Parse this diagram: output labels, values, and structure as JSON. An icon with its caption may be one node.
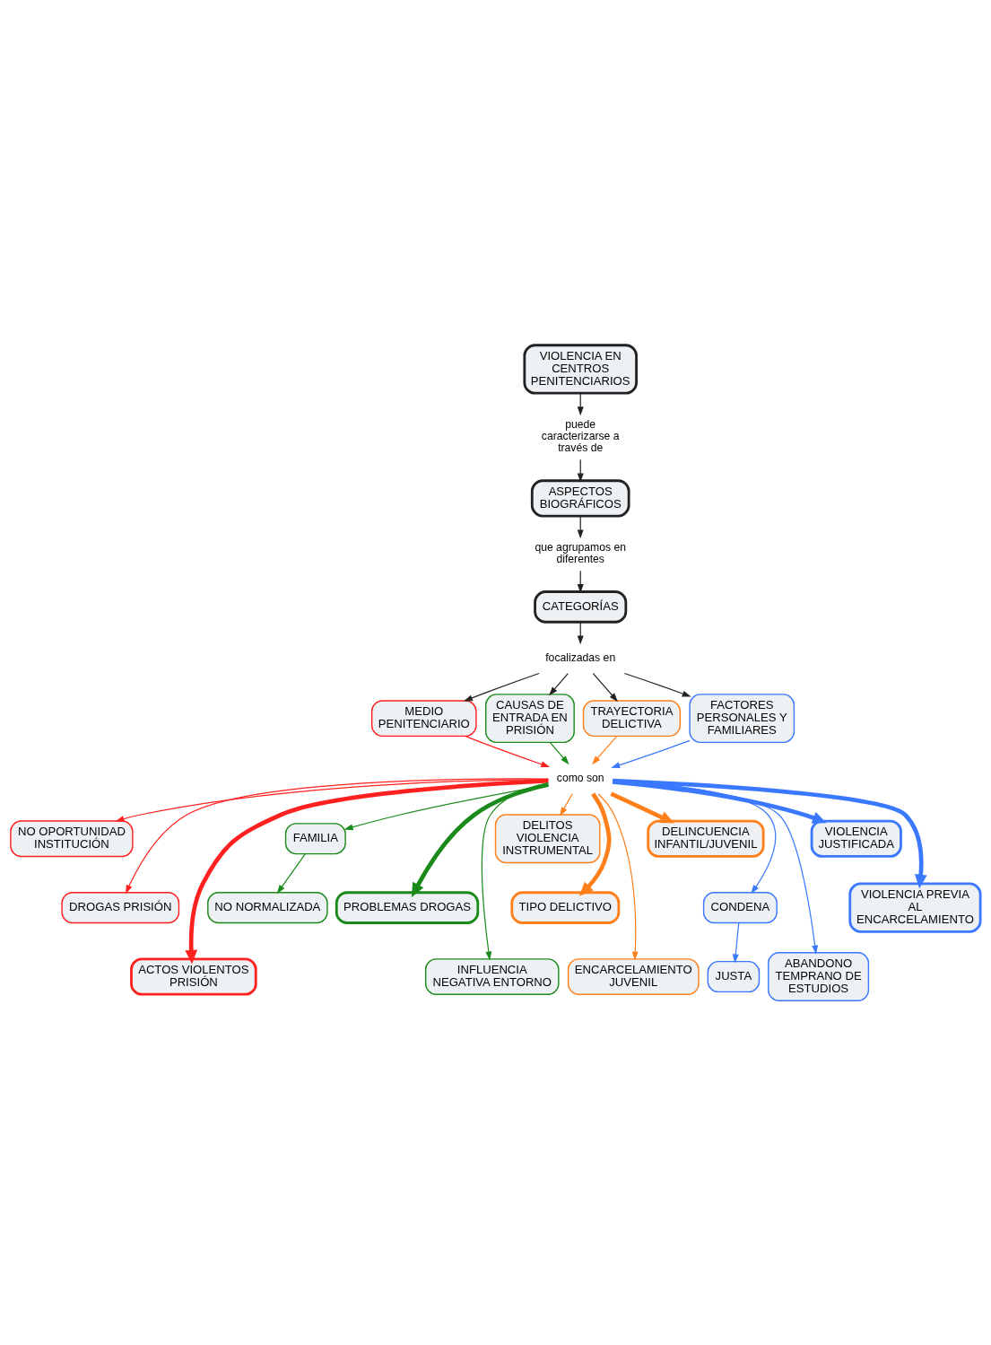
{
  "diagram": {
    "nodes": [
      {
        "text": [
          "VIOLENCIA EN CENTROS PENITENCIARIOS"
        ]
      },
      {
        "text": [
          "puede caracterizarse a través de"
        ]
      },
      {
        "text": [
          "ASPECTOS BIOGRÁFICOS"
        ]
      },
      {
        "text": [
          "que agrupamos en diferentes"
        ]
      },
      {
        "text": [
          "CATEGORÍAS"
        ]
      },
      {
        "text": [
          "focalizadas en"
        ]
      },
      {
        "text": [
          "MEDIO PENITENCIARIO"
        ]
      },
      {
        "text": [
          "CAUSAS DE ENTRADA EN PRISIÓN"
        ]
      },
      {
        "text": [
          "TRAYECTORIA DELICTIVA"
        ]
      },
      {
        "text": [
          "FACTORES PERSONALES Y FAMILIARES"
        ]
      },
      {
        "text": [
          "como son"
        ]
      },
      {
        "text": [
          "NO OPORTUNIDAD INSTITUCIÓN"
        ]
      },
      {
        "text": [
          "DROGAS PRISIÓN"
        ]
      },
      {
        "text": [
          "ACTOS VIOLENTOS PRISIÓN"
        ]
      },
      {
        "text": [
          "FAMILIA"
        ]
      },
      {
        "text": [
          "NO NORMALIZADA"
        ]
      },
      {
        "text": [
          "PROBLEMAS DROGAS"
        ]
      },
      {
        "text": [
          "INFLUENCIA NEGATIVA ENTORNO"
        ]
      },
      {
        "text": [
          "DELITOS VIOLENCIA INSTRUMENTAL"
        ]
      },
      {
        "text": [
          "TIPO DELICTIVO"
        ]
      },
      {
        "text": [
          "ENCARCELAMIENTO JUVENIL"
        ]
      },
      {
        "text": [
          "DELINCUENCIA INFANTIL/JUVENIL"
        ]
      },
      {
        "text": [
          "CONDENA"
        ]
      },
      {
        "text": [
          "JUSTA"
        ]
      },
      {
        "text": [
          "ABANDONO TEMPRANO DE ESTUDIOS"
        ]
      },
      {
        "text": [
          "VIOLENCIA JUSTIFICADA"
        ]
      },
      {
        "text": [
          "VIOLENCIA PREVIA AL ENCARCELAMIENTO"
        ]
      }
    ],
    "edges": [
      {
        "from": 0,
        "to": 1,
        "arrow": "to"
      },
      {
        "from": 1,
        "to": 2,
        "arrow": "to"
      },
      {
        "from": 2,
        "to": 3,
        "arrow": "to"
      },
      {
        "from": 3,
        "to": 4,
        "arrow": "to"
      },
      {
        "from": 4,
        "to": 5,
        "arrow": "to"
      },
      {
        "from": 5,
        "to": 6,
        "arrow": "to"
      },
      {
        "from": 5,
        "to": 7,
        "arrow": "to"
      },
      {
        "from": 5,
        "to": 8,
        "arrow": "to"
      },
      {
        "from": 5,
        "to": 9,
        "arrow": "to"
      },
      {
        "from": 6,
        "to": 10,
        "arrow": "to",
        "color": "#ff2020"
      },
      {
        "from": 7,
        "to": 10,
        "arrow": "to",
        "color": "#1a8a1a"
      },
      {
        "from": 8,
        "to": 10,
        "arrow": "to",
        "color": "#ff7f1a"
      },
      {
        "from": 9,
        "to": 10,
        "arrow": "to",
        "color": "#3a78ff"
      },
      {
        "from": 10,
        "to": 11,
        "arrow": "to",
        "color": "#ff2020"
      },
      {
        "from": 10,
        "to": 12,
        "arrow": "to",
        "color": "#ff2020"
      },
      {
        "from": 10,
        "to": 13,
        "arrow": "to",
        "style": "thick",
        "color": "#ff2020"
      },
      {
        "from": 10,
        "to": 14,
        "arrow": "to",
        "color": "#1a8a1a"
      },
      {
        "from": 14,
        "to": 15,
        "arrow": "to",
        "color": "#1a8a1a"
      },
      {
        "from": 10,
        "to": 16,
        "arrow": "to",
        "style": "thick",
        "color": "#1a8a1a"
      },
      {
        "from": 10,
        "to": 17,
        "arrow": "to",
        "color": "#1a8a1a"
      },
      {
        "from": 10,
        "to": 18,
        "arrow": "to",
        "color": "#ff7f1a"
      },
      {
        "from": 10,
        "to": 19,
        "arrow": "to",
        "style": "thick",
        "color": "#ff7f1a"
      },
      {
        "from": 10,
        "to": 20,
        "arrow": "to",
        "color": "#ff7f1a"
      },
      {
        "from": 10,
        "to": 21,
        "arrow": "to",
        "style": "thick",
        "color": "#ff7f1a"
      },
      {
        "from": 10,
        "to": 22,
        "arrow": "to",
        "color": "#3a78ff"
      },
      {
        "from": 22,
        "to": 23,
        "arrow": "to",
        "color": "#3a78ff"
      },
      {
        "from": 10,
        "to": 24,
        "arrow": "to",
        "color": "#3a78ff"
      },
      {
        "from": 10,
        "to": 25,
        "arrow": "to",
        "style": "thick",
        "color": "#3a78ff"
      },
      {
        "from": 10,
        "to": 26,
        "arrow": "to",
        "style": "thick",
        "color": "#3a78ff"
      }
    ]
  }
}
